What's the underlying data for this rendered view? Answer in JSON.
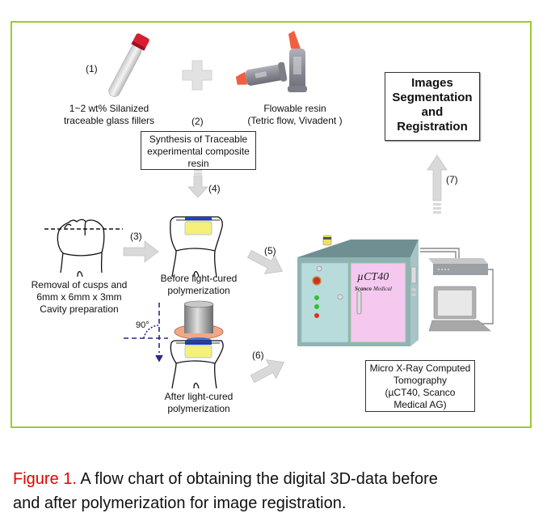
{
  "figure": {
    "steps": {
      "s1": "(1)",
      "s2": "(2)",
      "s3": "(3)",
      "s4": "(4)",
      "s5": "(5)",
      "s6": "(6)",
      "s7": "(7)"
    },
    "fillers_label": [
      "1~2 wt% Silanized",
      "traceable glass fillers"
    ],
    "resin_label": [
      "Flowable resin",
      "(Tetric flow, Vivadent )"
    ],
    "synthesis_box": [
      "Synthesis of Traceable",
      "experimental composite",
      "resin"
    ],
    "cavity_label": [
      "Removal of cusps and",
      "6mm x 6mm x 3mm",
      "Cavity preparation"
    ],
    "before_label": [
      "Before light-cured",
      "polymerization"
    ],
    "after_label": [
      "After light-cured",
      "polymerization"
    ],
    "angle_label": "90°",
    "images_box": [
      "Images",
      "Segmentation",
      "and",
      "Registration"
    ],
    "microct_box": [
      "Micro X-Ray Computed",
      "Tomography",
      "(µCT40, Scanco",
      "Medical AG)"
    ],
    "device_model": "µCT40",
    "device_brand_a": "Scanco",
    "device_brand_b": "Medical"
  },
  "caption": {
    "label": "Figure 1.",
    "text_line1": " A flow chart of obtaining the digital 3D-data before",
    "text_line2": "and after polymerization for image registration."
  },
  "colors": {
    "frame": "#9acd32",
    "caption_label": "#e60000",
    "arrow_fill": "#d9d9d9",
    "device_body": "#8fb3b3",
    "device_panel": "#f5c8f0",
    "resin_yellow": "#f5f07a",
    "light_blue": "#1f3fd0",
    "cap_red": "#d42030",
    "syringe_orange": "#f06040"
  }
}
